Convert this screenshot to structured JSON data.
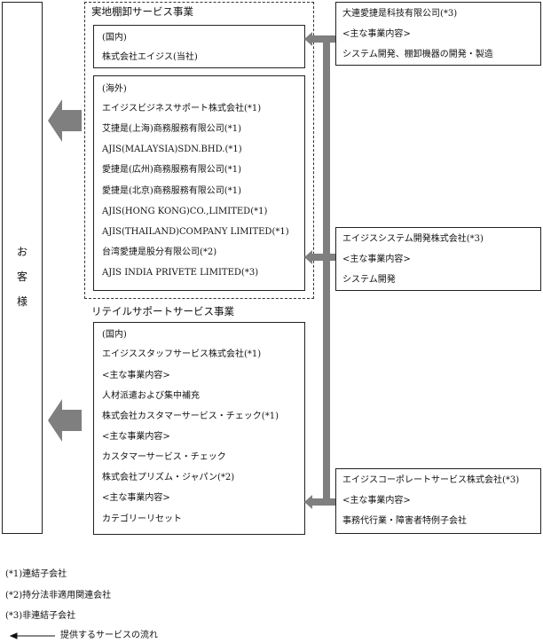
{
  "customer": {
    "label": [
      "お",
      "客",
      "様"
    ]
  },
  "jissai_section": {
    "title": "実地棚卸サービス事業",
    "domestic": {
      "header": "(国内)",
      "companies": [
        "株式会社エイジス(当社)"
      ]
    },
    "overseas": {
      "header": "(海外)",
      "companies": [
        "エイジスビジネスサポート株式会社(*1)",
        "艾捷是(上海)商務服務有限公司(*1)",
        "AJIS(MALAYSIA)SDN.BHD.(*1)",
        "愛捷是(広州)商務服務有限公司(*1)",
        "愛捷是(北京)商務服務有限公司(*1)",
        "AJIS(HONG KONG)CO.,LIMITED(*1)",
        "AJIS(THAILAND)COMPANY LIMITED(*1)",
        "台湾愛捷是股分有限公司(*2)",
        "AJIS INDIA PRIVETE LIMITED(*3)"
      ]
    }
  },
  "retail_section": {
    "title": "リテイルサポートサービス事業",
    "lines": [
      "(国内)",
      "エイジススタッフサービス株式会社(*1)",
      "<主な事業内容>",
      "人材派遣および集中補充",
      "株式会社カスタマーサービス・チェック(*1)",
      "<主な事業内容>",
      "カスタマーサービス・チェック",
      "株式会社プリズム・ジャパン(*2)",
      "<主な事業内容>",
      "カテゴリーリセット"
    ]
  },
  "right_boxes": [
    {
      "name": "大連愛捷是科技有限公司(*3)",
      "content_label": "<主な事業内容>",
      "content": "システム開発、棚卸機器の開発・製造"
    },
    {
      "name": "エイジスシステム開発株式会社(*3)",
      "content_label": "<主な事業内容>",
      "content": "システム開発"
    },
    {
      "name": "エイジスコーポレートサービス株式会社(*3)",
      "content_label": "<主な事業内容>",
      "content": "事務代行業・障害者特例子会社"
    }
  ],
  "legend": {
    "items": [
      "(*1)連結子会社",
      "(*2)持分法非適用関連会社",
      "(*3)非連結子会社"
    ],
    "arrow_label": "提供するサービスの流れ"
  },
  "colors": {
    "arrow": "#7f7f7f",
    "border": "#222222"
  }
}
